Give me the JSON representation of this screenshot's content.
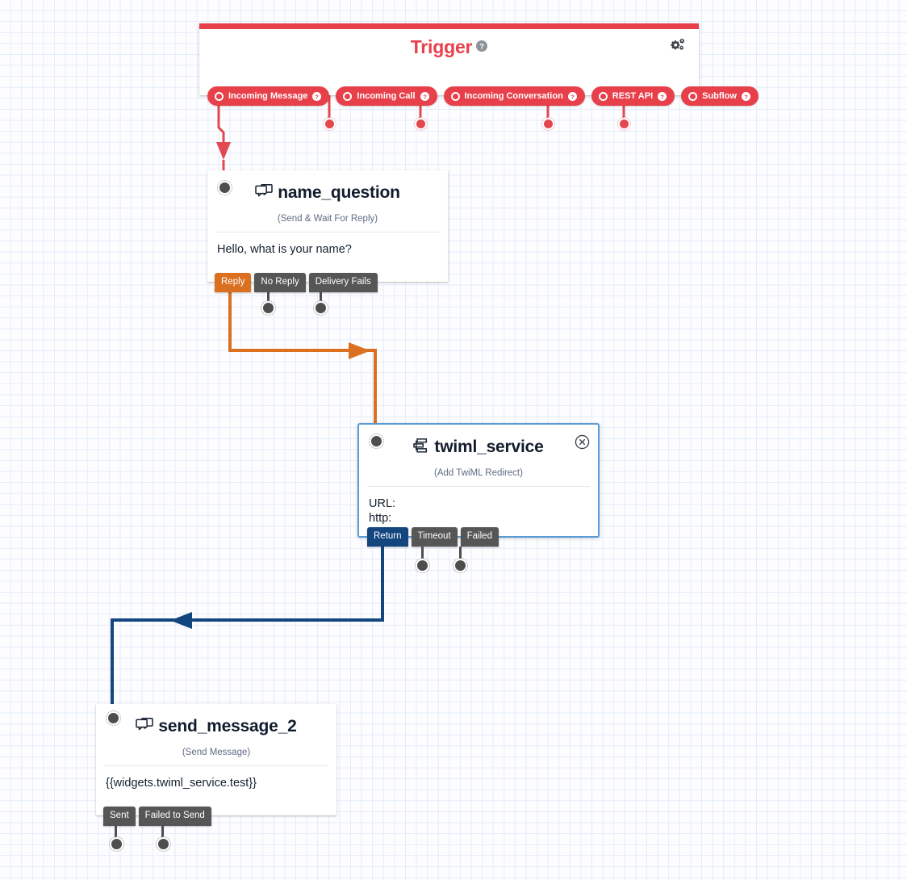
{
  "canvas": {
    "grid": true,
    "background_color": "#fdfdff",
    "grid_color": "#e3ecfa"
  },
  "trigger": {
    "title": "Trigger",
    "accent_color": "#e8404a",
    "help_icon": "help-circle-icon",
    "settings_icon": "gears-icon",
    "pills": [
      {
        "label": "Incoming Message",
        "icon": "circle-outline-icon",
        "help_icon": "help-circle-icon"
      },
      {
        "label": "Incoming Call",
        "icon": "circle-outline-icon",
        "help_icon": "help-circle-icon"
      },
      {
        "label": "Incoming Conversation",
        "icon": "circle-outline-icon",
        "help_icon": "help-circle-icon"
      },
      {
        "label": "REST API",
        "icon": "circle-outline-icon",
        "help_icon": "help-circle-icon"
      },
      {
        "label": "Subflow",
        "icon": "circle-outline-icon",
        "help_icon": "help-circle-icon"
      }
    ]
  },
  "nodes": {
    "name_question": {
      "title": "name_question",
      "subtitle": "(Send & Wait For Reply)",
      "icon": "chat-bubbles-icon",
      "body": "Hello, what is your name?",
      "transitions": [
        {
          "label": "Reply",
          "color": "#db7120",
          "connected": true
        },
        {
          "label": "No Reply",
          "color": "#565656",
          "connected": false
        },
        {
          "label": "Delivery Fails",
          "color": "#565656",
          "connected": false
        }
      ]
    },
    "twiml_service": {
      "title": "twiml_service",
      "subtitle": "(Add TwiML Redirect)",
      "icon": "twiml-sitemap-icon",
      "close_icon": "close-circle-icon",
      "selected": true,
      "selection_color": "#5b9bd5",
      "body_line_1": "URL:",
      "body_line_2": "http:",
      "transitions": [
        {
          "label": "Return",
          "color": "#13457f",
          "connected": true
        },
        {
          "label": "Timeout",
          "color": "#565656",
          "connected": false
        },
        {
          "label": "Failed",
          "color": "#565656",
          "connected": false
        }
      ]
    },
    "send_message_2": {
      "title": "send_message_2",
      "subtitle": "(Send Message)",
      "icon": "chat-bubbles-icon",
      "body": "{{widgets.twiml_service.test}}",
      "transitions": [
        {
          "label": "Sent",
          "color": "#565656",
          "connected": false
        },
        {
          "label": "Failed to Send",
          "color": "#565656",
          "connected": false
        }
      ]
    }
  },
  "connections": [
    {
      "from": "trigger.Incoming Message",
      "to": "name_question",
      "color": "#e2484f"
    },
    {
      "from": "name_question.Reply",
      "to": "twiml_service",
      "color": "#db7120"
    },
    {
      "from": "twiml_service.Return",
      "to": "send_message_2",
      "color": "#13457f"
    }
  ]
}
